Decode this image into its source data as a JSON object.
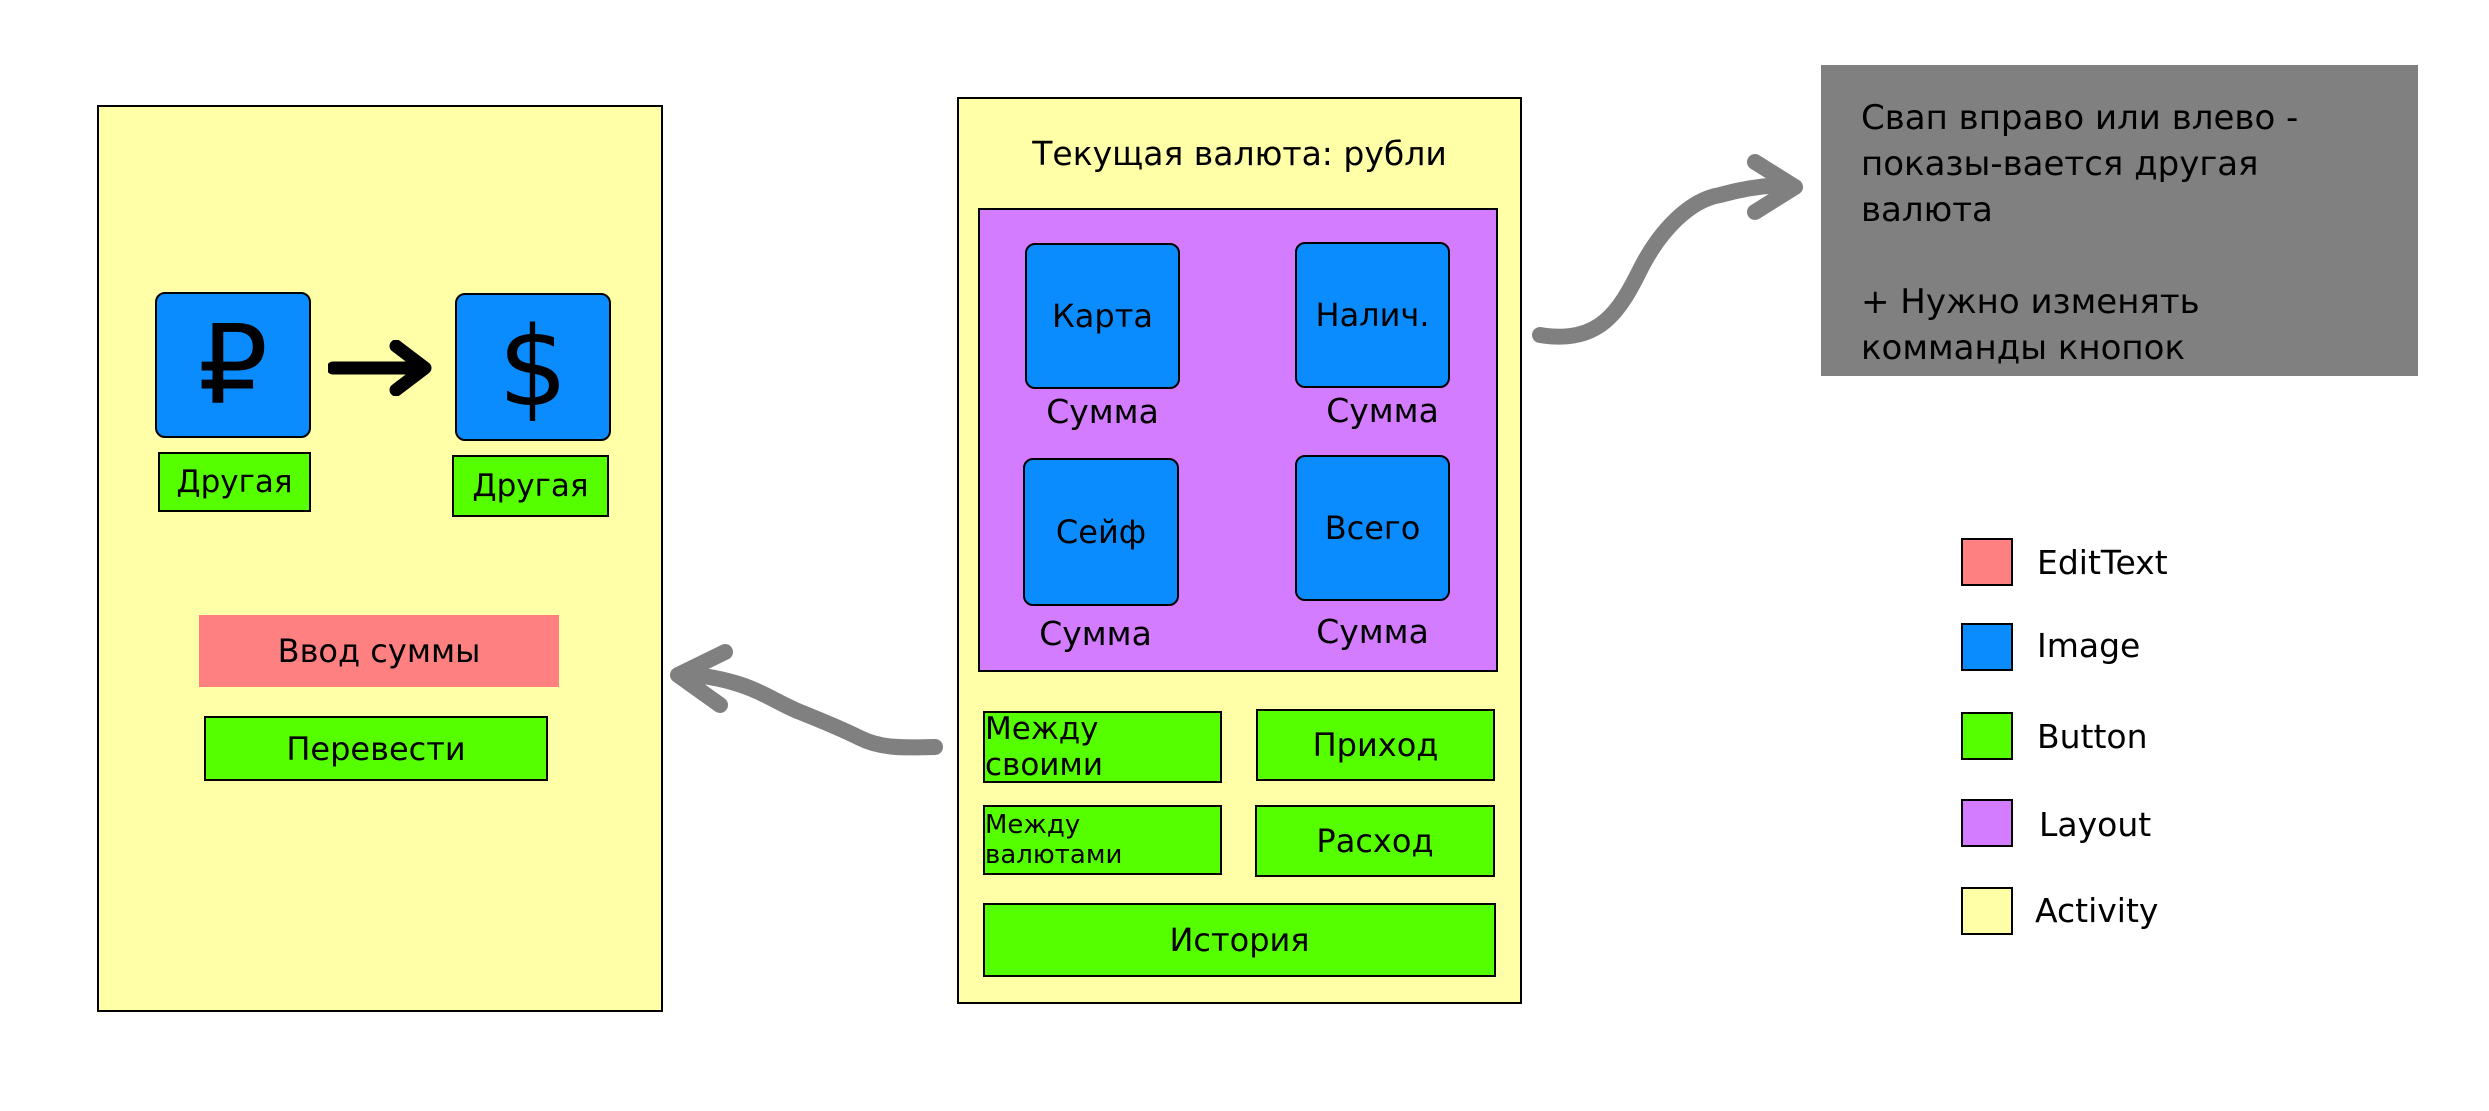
{
  "left_activity": {
    "currency_from_symbol": "₽",
    "currency_to_symbol": "$",
    "other_from_label": "Другая",
    "other_to_label": "Другая",
    "amount_input_label": "Ввод суммы",
    "transfer_button_label": "Перевести"
  },
  "main_activity": {
    "title": "Текущая валюта: рубли",
    "tiles": [
      {
        "label": "Карта",
        "sum_label": "Сумма"
      },
      {
        "label": "Налич.",
        "sum_label": "Сумма"
      },
      {
        "label": "Сейф",
        "sum_label": "Сумма"
      },
      {
        "label": "Всего",
        "sum_label": "Сумма"
      }
    ],
    "buttons": {
      "between_own": "Между своими",
      "income": "Приход",
      "between_currencies": "Между валютами",
      "expense": "Расход",
      "history": "История"
    }
  },
  "note": {
    "line1": "Свап вправо или влево - показы-вается другая валюта",
    "line2": "+ Нужно изменять комманды кнопок"
  },
  "legend": [
    {
      "label": "EditText",
      "color": "#ff8080"
    },
    {
      "label": "Image",
      "color": "#0a8cff"
    },
    {
      "label": "Button",
      "color": "#55ff00"
    },
    {
      "label": "Layout",
      "color": "#d47cff"
    },
    {
      "label": "Activity",
      "color": "#ffffa8"
    }
  ]
}
